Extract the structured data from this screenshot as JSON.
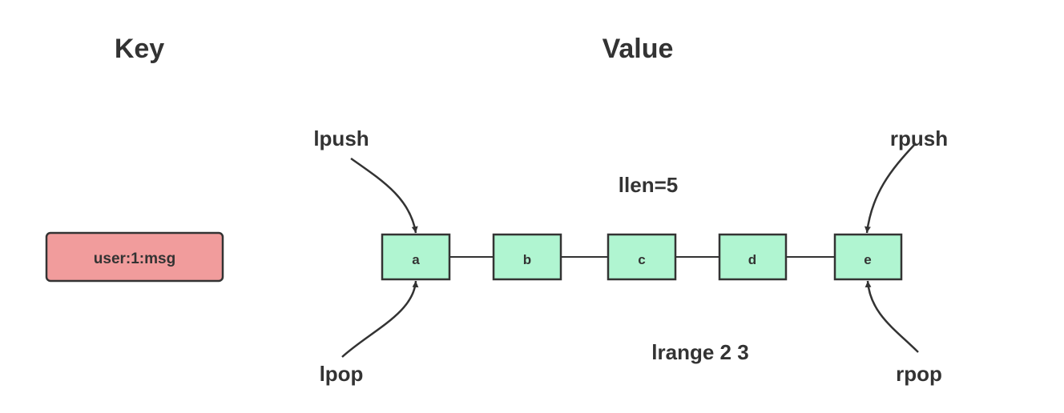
{
  "headings": {
    "key": "Key",
    "value": "Value"
  },
  "key_box": {
    "label": "user:1:msg",
    "fill_color": "#f19c9c"
  },
  "list": {
    "node_fill_color": "#b0f5d1",
    "border_color": "#333333",
    "nodes": [
      "a",
      "b",
      "c",
      "d",
      "e"
    ]
  },
  "operations": {
    "lpush": "lpush",
    "rpush": "rpush",
    "lpop": "lpop",
    "rpop": "rpop",
    "llen": "llen=5",
    "lrange": "lrange 2 3"
  }
}
